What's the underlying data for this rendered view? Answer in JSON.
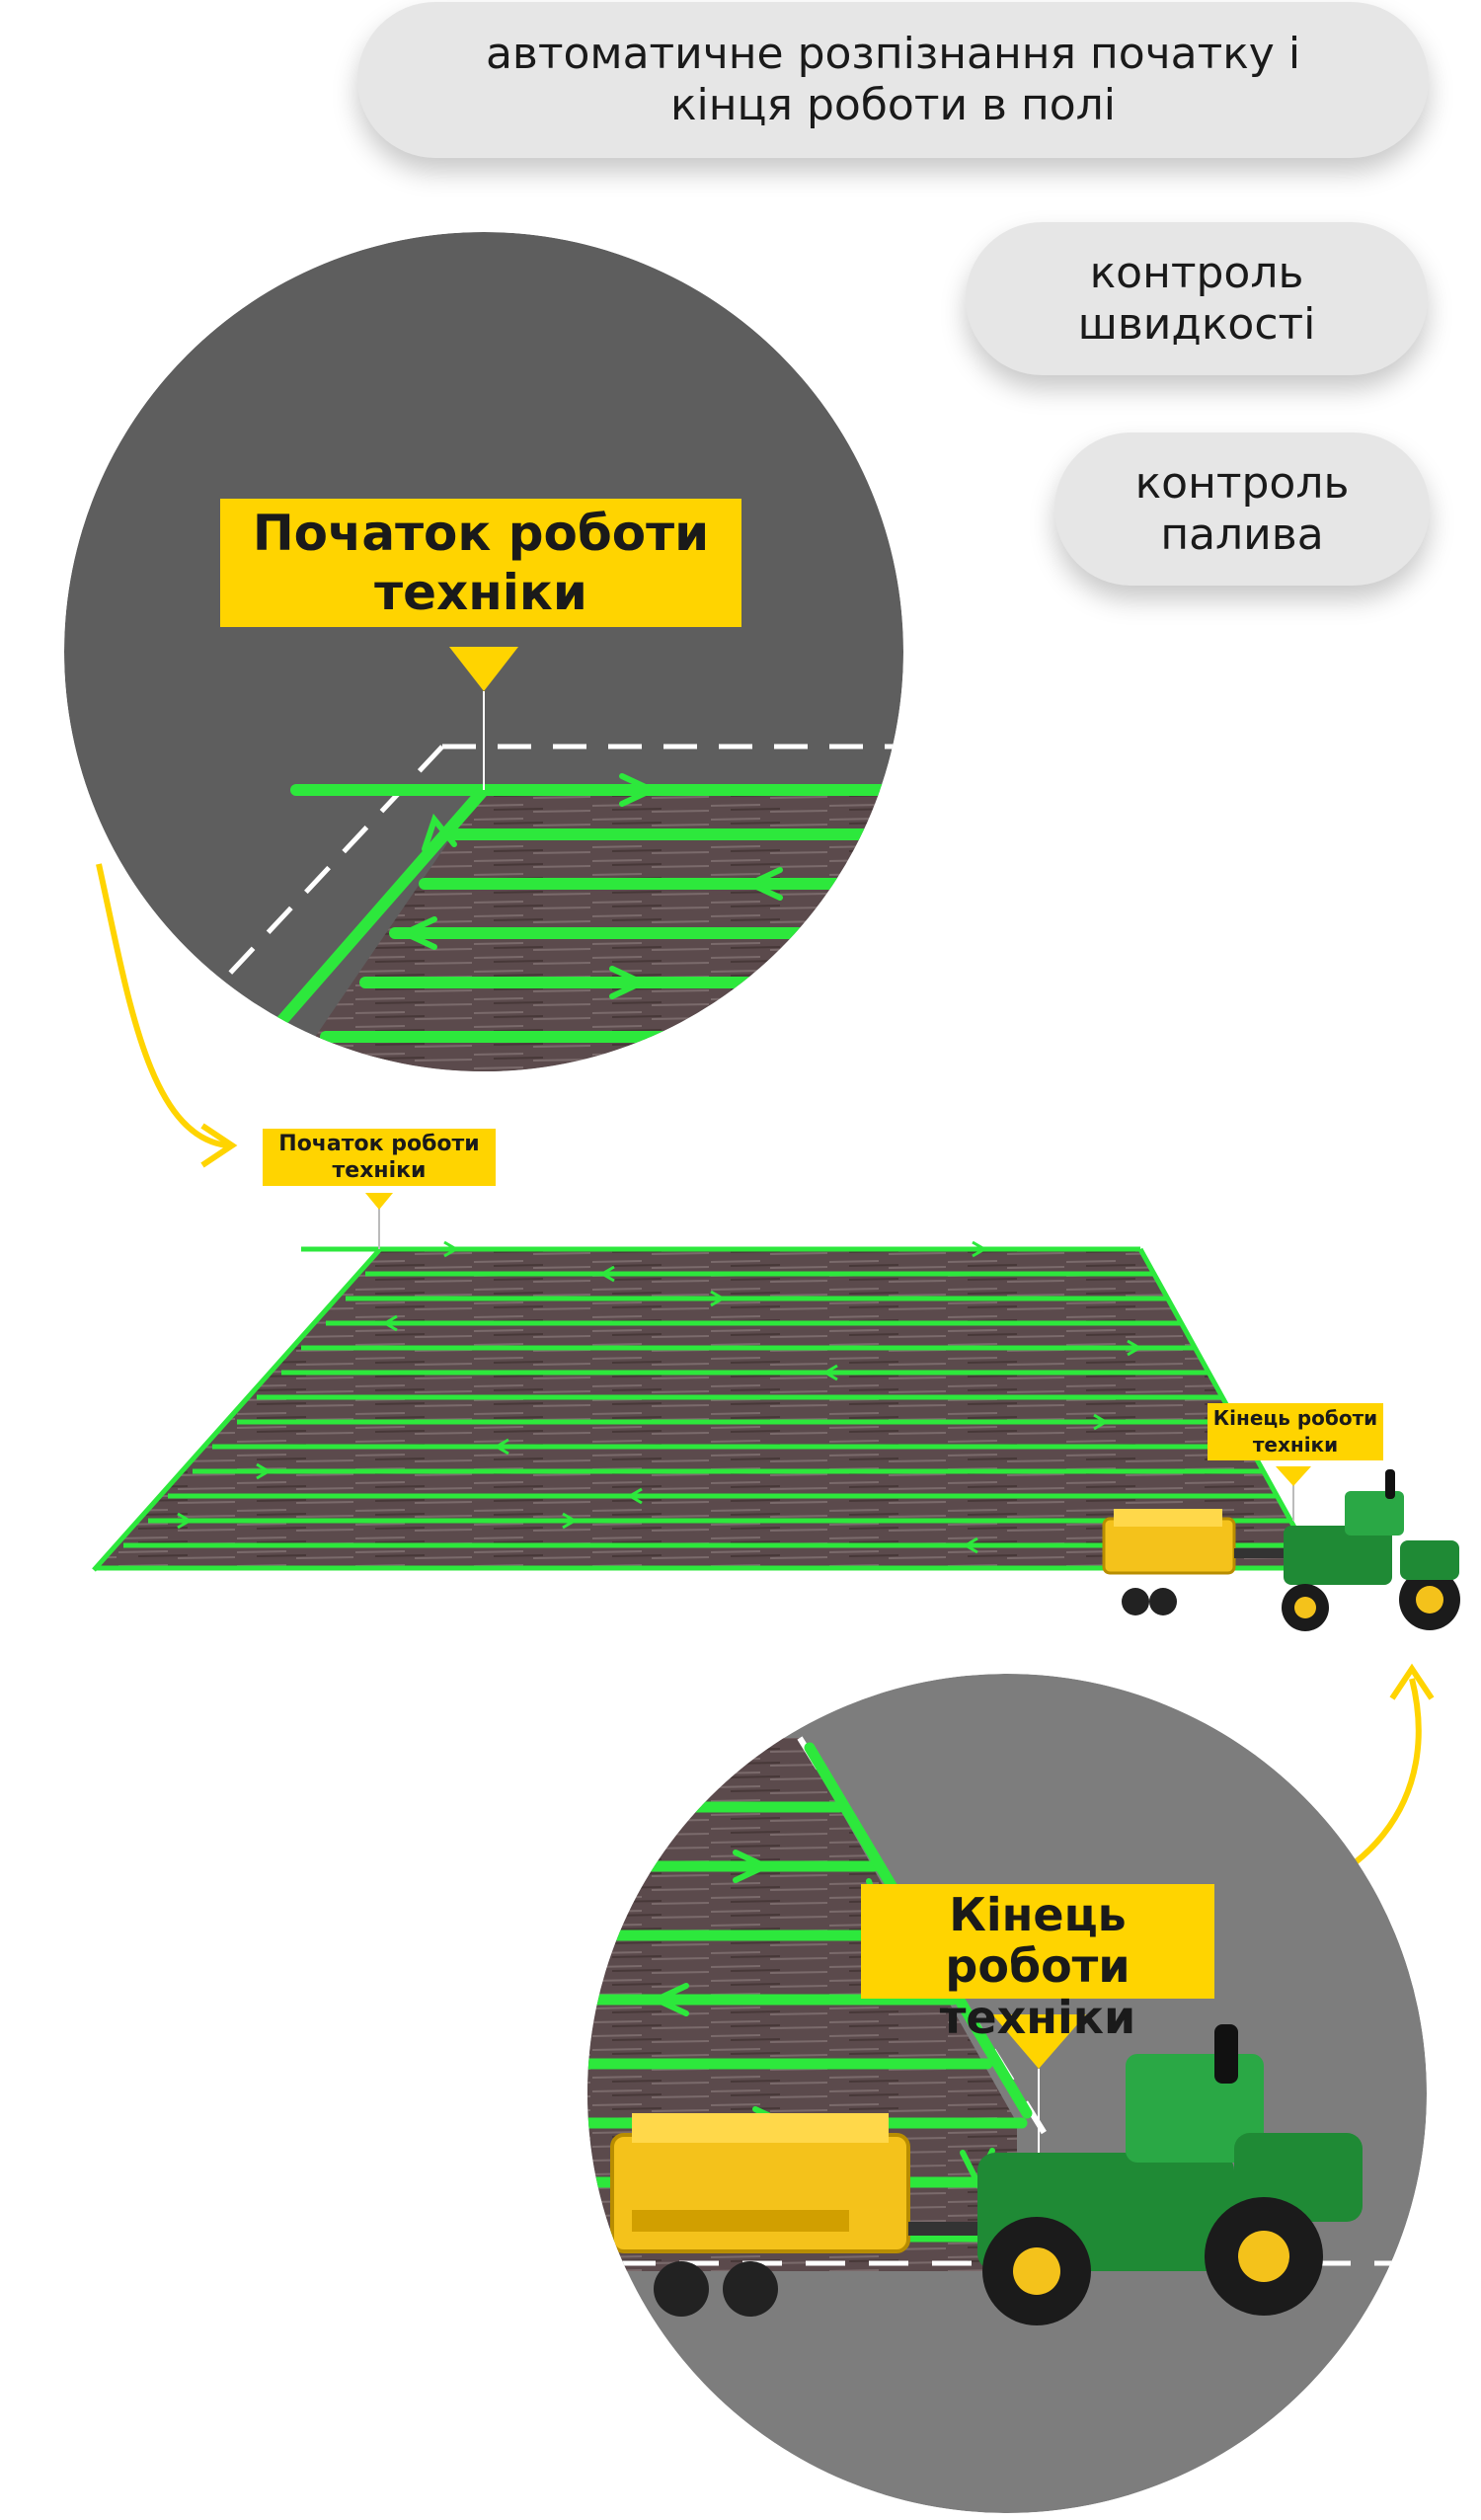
{
  "features": {
    "auto_detect": "автоматичне розпізнання початку і\nкінця роботи в полі",
    "speed_control": "контроль\nшвидкості",
    "fuel_control": "контроль\nпалива"
  },
  "labels": {
    "start": "Початок роботи\nтехніки",
    "end": "Кінець роботи\nтехніки"
  },
  "colors": {
    "accent_yellow": "#ffd400",
    "path_green": "#2de83c",
    "road_gray": "#5d5d5d",
    "field_brown": "#5b4a4c",
    "pill_bg": "#e6e6e6"
  }
}
